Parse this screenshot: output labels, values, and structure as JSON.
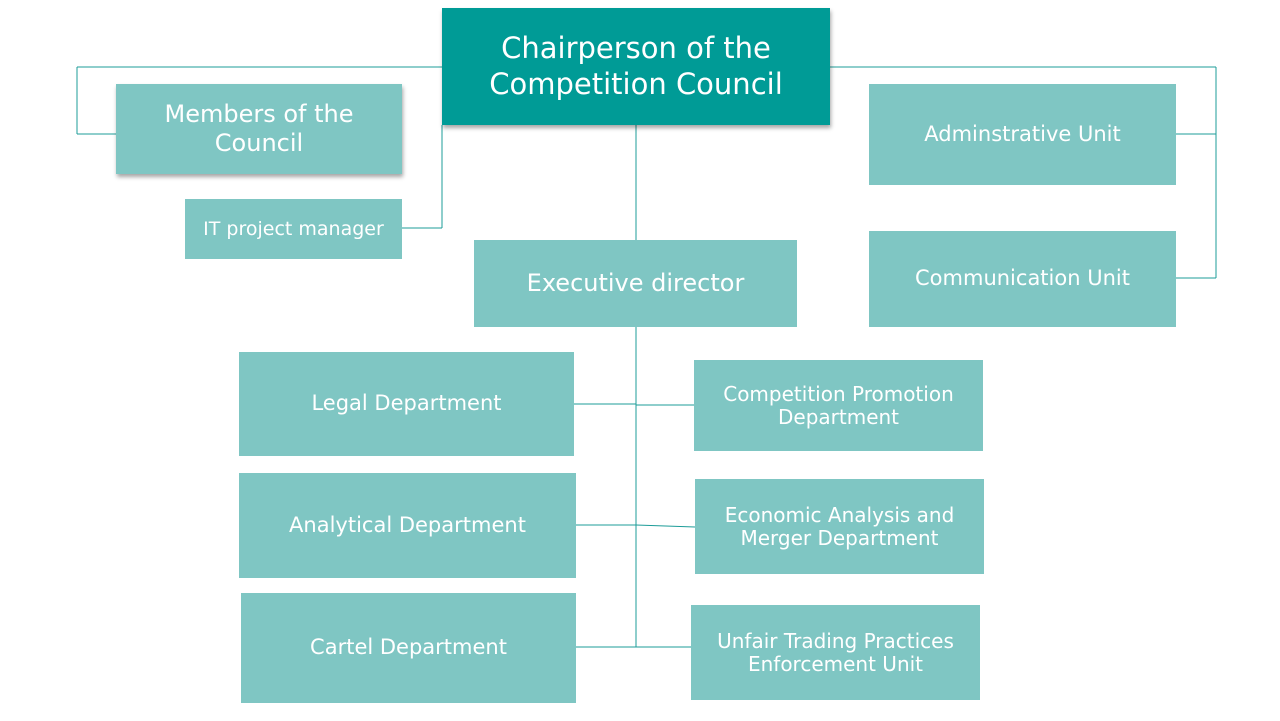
{
  "colors": {
    "head": "#009b96",
    "box": "#7fc6c3",
    "connector": "#1c9c98"
  },
  "org": {
    "chairperson": "Chairperson of the Competition Council",
    "members": "Members of the Council",
    "it_manager": "IT project manager",
    "administrative": "Adminstrative Unit",
    "communication": "Communication Unit",
    "executive": "Executive director",
    "legal": "Legal Department",
    "analytical": "Analytical Department",
    "cartel": "Cartel Department",
    "promotion": "Competition Promotion Department",
    "economic": "Economic Analysis and Merger Department",
    "unfair": "Unfair Trading Practices Enforcement Unit"
  }
}
